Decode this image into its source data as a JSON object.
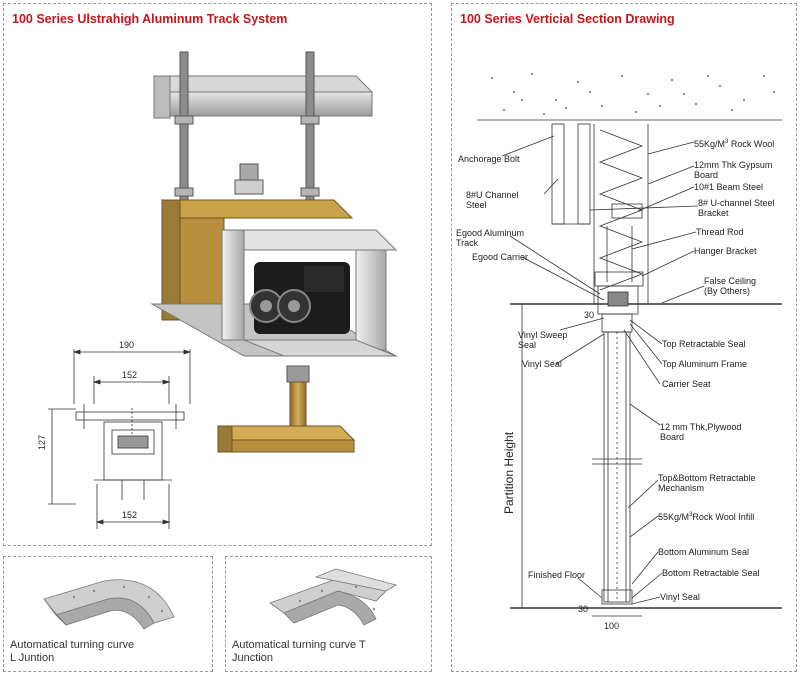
{
  "left_panel": {
    "title": "100 Series Ulstrahigh Aluminum Track System",
    "dimensions": {
      "top_width": "190",
      "inner_width": "152",
      "height": "127",
      "bottom_width": "152"
    }
  },
  "right_panel": {
    "title": "100 Series Verticial Section Drawing",
    "labels": {
      "rock_wool_pre": "55Kg/M",
      "rock_wool_sup": "3",
      "rock_wool_post": " Rock Wool",
      "anchorage_bolt": "Anchorage Bolt",
      "gypsum_1": "12mm Thk Gypsum",
      "gypsum_2": "Board",
      "u_channel_1": "8#U Channel",
      "u_channel_2": "Steel",
      "beam_steel": "10#1 Beam Steel",
      "bracket_1": "8# U-channel Steel",
      "bracket_2": "Bracket",
      "track_1": "Egood Aluminum",
      "track_2": "Track",
      "thread_rod": "Thread Rod",
      "egood_carrier": "Egood Carrier",
      "hanger_bracket": "Hanger Bracket",
      "false_ceiling_1": "False Ceiling",
      "false_ceiling_2": "(By Others)",
      "dim_30_top": "30",
      "vinyl_sweep_1": "Vinyl Sweep",
      "vinyl_sweep_2": "Seal",
      "top_retractable_seal": "Top Retractable Seal",
      "vinyl_seal": "Vinyl Seal",
      "top_aluminum_frame": "Top Aluminum Frame",
      "carrier_seat": "Carrier Seat",
      "plywood_1": "12 mm Thk,Plywood",
      "plywood_2": "Board",
      "partition_height": "Partition Height",
      "mechanism_1": "Top&Bottom Retractable",
      "mechanism_2": "Mechanism",
      "infill_pre": "55Kg/M",
      "infill_sup": "3",
      "infill_post": "Rock Wool Infill",
      "bottom_al_seal": "Bottom Aluminum Seal",
      "finished_floor": "Finished Floor",
      "bottom_retractable_seal": "Bottom Retractable Seal",
      "vinyl_seal_bottom": "Vinyl Seal",
      "dim_30_bottom": "30",
      "dim_100": "100"
    }
  },
  "bottom_panels": [
    {
      "caption_1": "Automatical turning curve",
      "caption_2": "L Juntion"
    },
    {
      "caption_1": "Automatical turning curve T",
      "caption_2": "Junction"
    }
  ],
  "colors": {
    "title_red": "#c4161c",
    "aluminum": "#c9c9c9",
    "brass": "#b08a3a",
    "roller_black": "#1c1c1c",
    "line": "#333333"
  }
}
